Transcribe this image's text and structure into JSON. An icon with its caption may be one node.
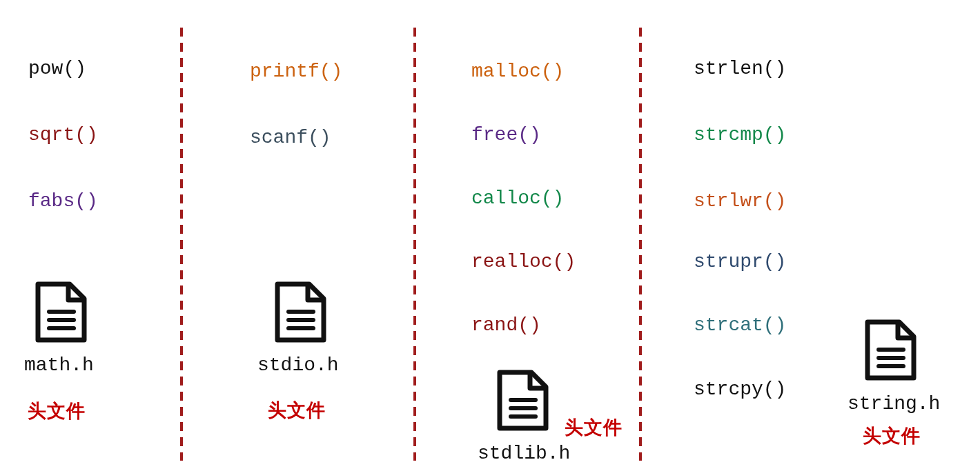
{
  "diagram": {
    "labels": [
      "pow()",
      "sqrt()",
      "fabs()",
      "math.h",
      "头文件",
      "printf()",
      "scanf()",
      "stdio.h",
      "头文件",
      "malloc()",
      "free()",
      "calloc()",
      "realloc()",
      "rand()",
      "stdlib.h",
      "头文件",
      "strlen()",
      "strcmp()",
      "strlwr()",
      "strupr()",
      "strcat()",
      "strcpy()",
      "string.h",
      "头文件"
    ]
  }
}
